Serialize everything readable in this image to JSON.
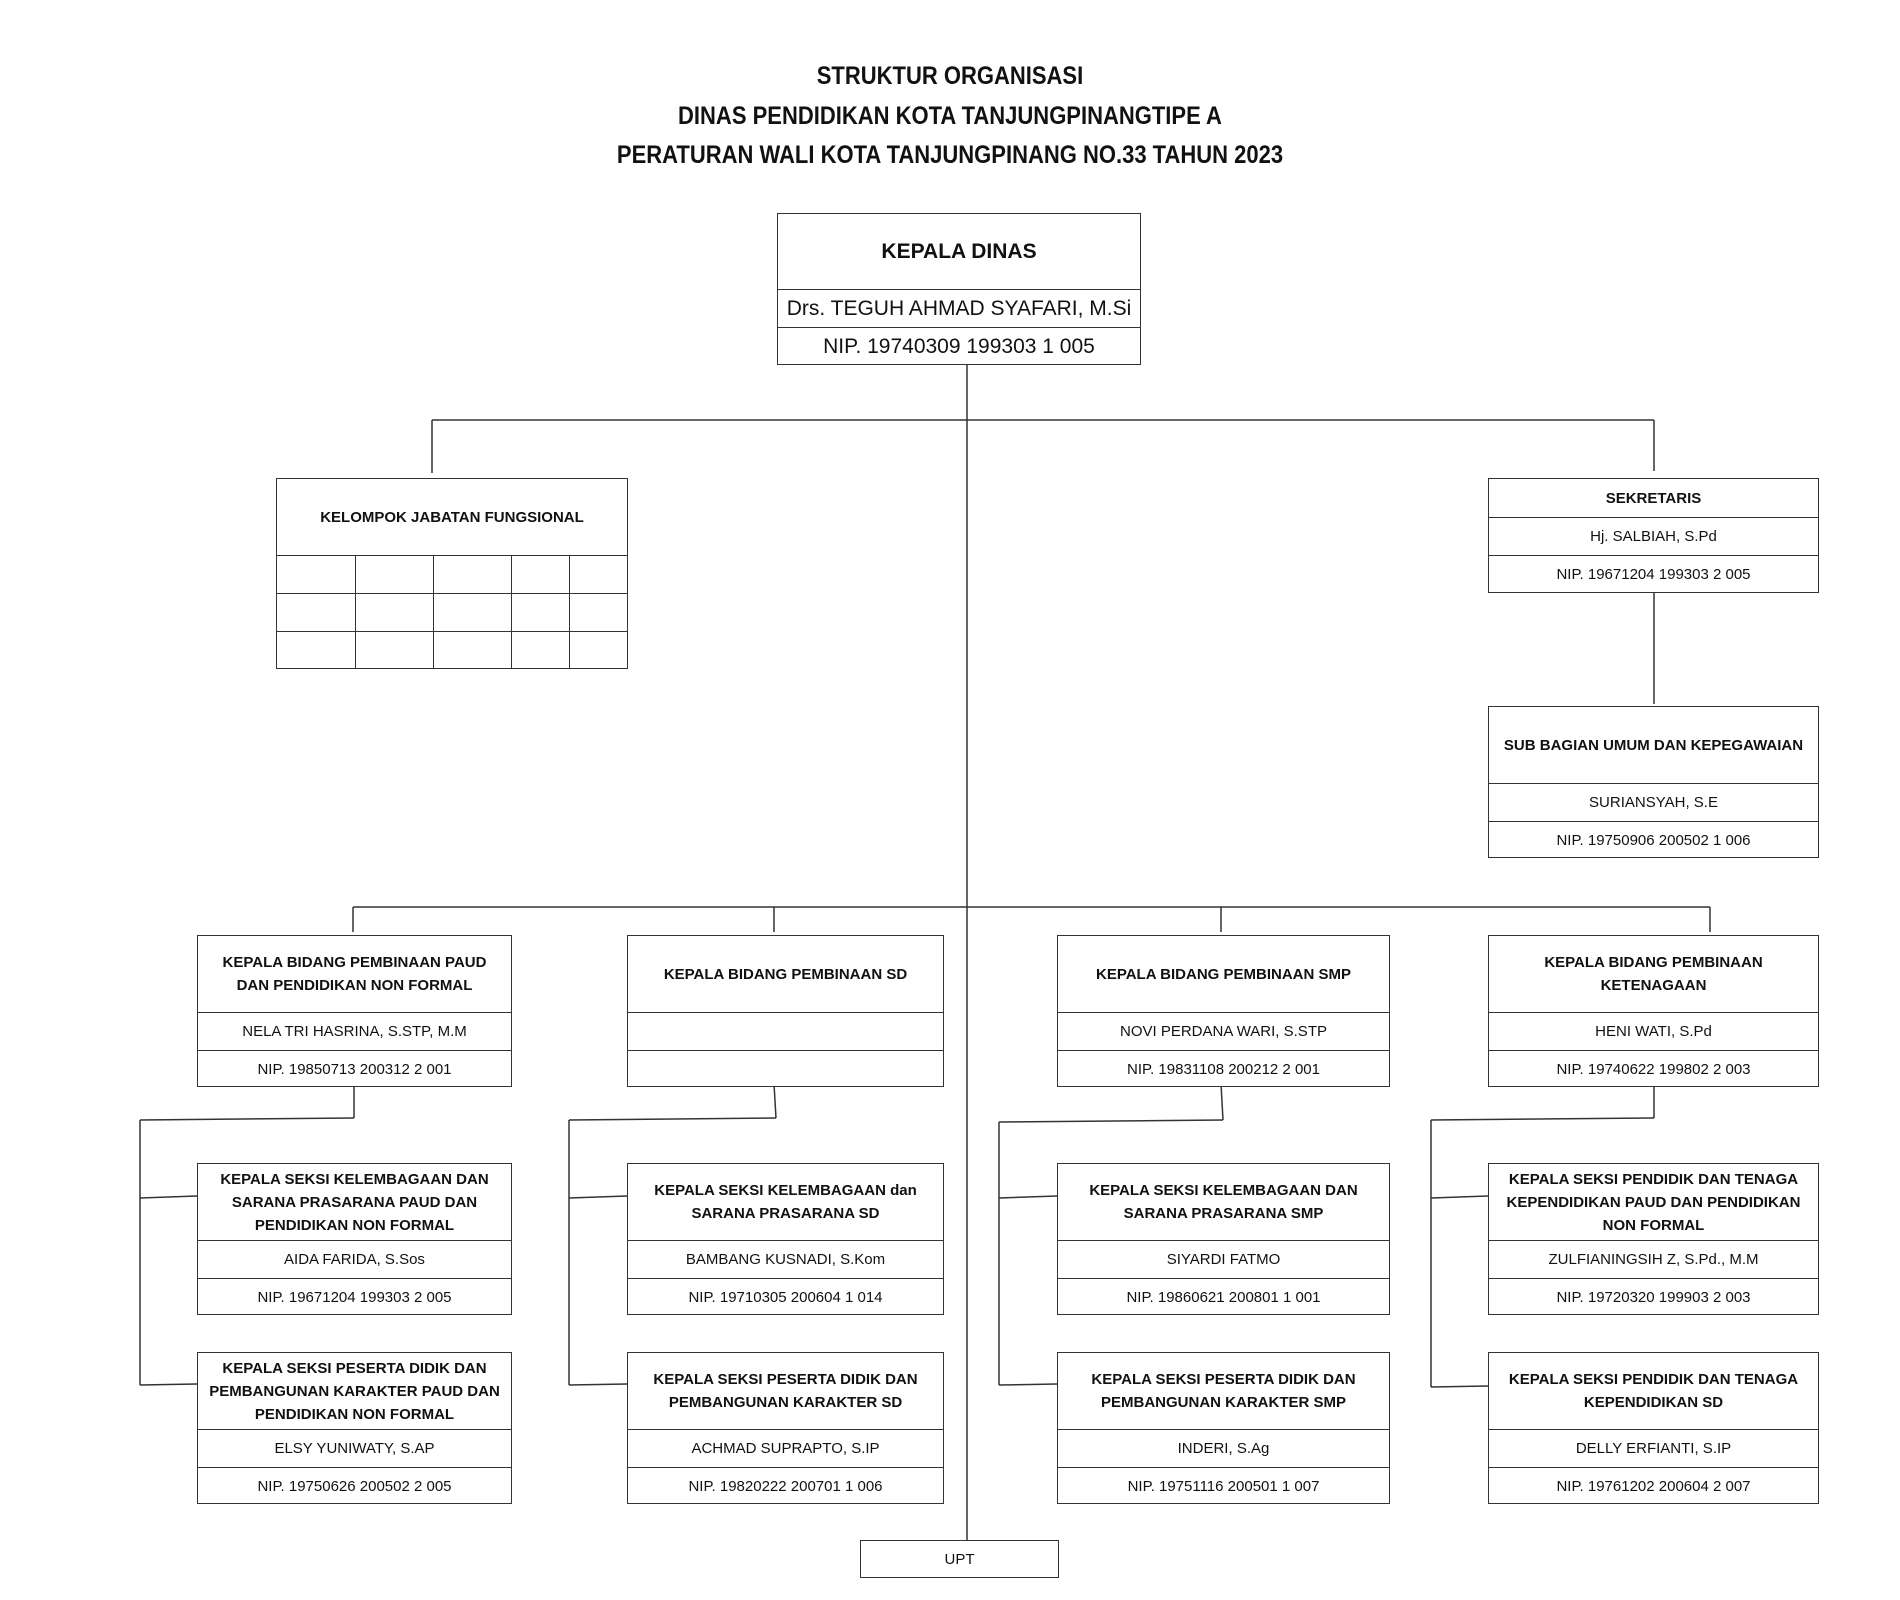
{
  "header": {
    "line1": "STRUKTUR ORGANISASI",
    "line2": "DINAS PENDIDIKAN KOTA TANJUNGPINANGTIPE A",
    "line3": "PERATURAN WALI KOTA TANJUNGPINANG NO.33 TAHUN 2023"
  },
  "kepala_dinas": {
    "title": "KEPALA DINAS",
    "name": "Drs. TEGUH AHMAD SYAFARI, M.Si",
    "nip": "NIP. 19740309 199303 1 005"
  },
  "fungsional": {
    "title": "KELOMPOK JABATAN FUNGSIONAL"
  },
  "sekretaris": {
    "title": "SEKRETARIS",
    "name": "Hj. SALBIAH, S.Pd",
    "nip": "NIP. 19671204 199303 2 005"
  },
  "subbag": {
    "title": "SUB BAGIAN UMUM DAN KEPEGAWAIAN",
    "name": "SURIANSYAH, S.E",
    "nip": "NIP. 19750906 200502 1 006"
  },
  "bidang": [
    {
      "title": "KEPALA BIDANG PEMBINAAN PAUD DAN PENDIDIKAN NON FORMAL",
      "name": "NELA TRI HASRINA, S.STP, M.M",
      "nip": "NIP. 19850713 200312 2 001"
    },
    {
      "title": "KEPALA BIDANG PEMBINAAN SD",
      "name": "",
      "nip": ""
    },
    {
      "title": "KEPALA BIDANG PEMBINAAN SMP",
      "name": "NOVI PERDANA WARI, S.STP",
      "nip": "NIP. 19831108 200212 2 001"
    },
    {
      "title": "KEPALA BIDANG PEMBINAAN KETENAGAAN",
      "name": "HENI WATI, S.Pd",
      "nip": "NIP. 19740622 199802 2 003"
    }
  ],
  "seksi1": [
    {
      "title": "KEPALA SEKSI KELEMBAGAAN DAN SARANA PRASARANA PAUD DAN PENDIDIKAN NON FORMAL",
      "name": "AIDA FARIDA, S.Sos",
      "nip": "NIP. 19671204 199303 2 005"
    },
    {
      "title": "KEPALA SEKSI KELEMBAGAAN dan SARANA PRASARANA SD",
      "name": "BAMBANG KUSNADI, S.Kom",
      "nip": "NIP. 19710305 200604 1 014"
    },
    {
      "title": "KEPALA SEKSI KELEMBAGAAN DAN SARANA PRASARANA SMP",
      "name": "SIYARDI FATMO",
      "nip": "NIP. 19860621 200801 1 001"
    },
    {
      "title": "KEPALA SEKSI PENDIDIK DAN TENAGA KEPENDIDIKAN PAUD DAN PENDIDIKAN NON FORMAL",
      "name": "ZULFIANINGSIH Z, S.Pd., M.M",
      "nip": "NIP. 19720320 199903 2 003"
    }
  ],
  "seksi2": [
    {
      "title": "KEPALA SEKSI PESERTA DIDIK DAN PEMBANGUNAN KARAKTER PAUD DAN PENDIDIKAN NON FORMAL",
      "name": "ELSY YUNIWATY,  S.AP",
      "nip": "NIP. 19750626 200502 2 005"
    },
    {
      "title": "KEPALA SEKSI PESERTA DIDIK DAN PEMBANGUNAN KARAKTER SD",
      "name": "ACHMAD SUPRAPTO, S.IP",
      "nip": "NIP. 19820222 200701 1 006"
    },
    {
      "title": "KEPALA SEKSI  PESERTA DIDIK DAN PEMBANGUNAN KARAKTER SMP",
      "name": "INDERI, S.Ag",
      "nip": "NIP. 19751116 200501 1 007"
    },
    {
      "title": "KEPALA SEKSI PENDIDIK DAN TENAGA KEPENDIDIKAN SD",
      "name": "DELLY ERFIANTI, S.IP",
      "nip": "NIP. 19761202 200604 2 007"
    }
  ],
  "upt": {
    "label": "UPT"
  }
}
